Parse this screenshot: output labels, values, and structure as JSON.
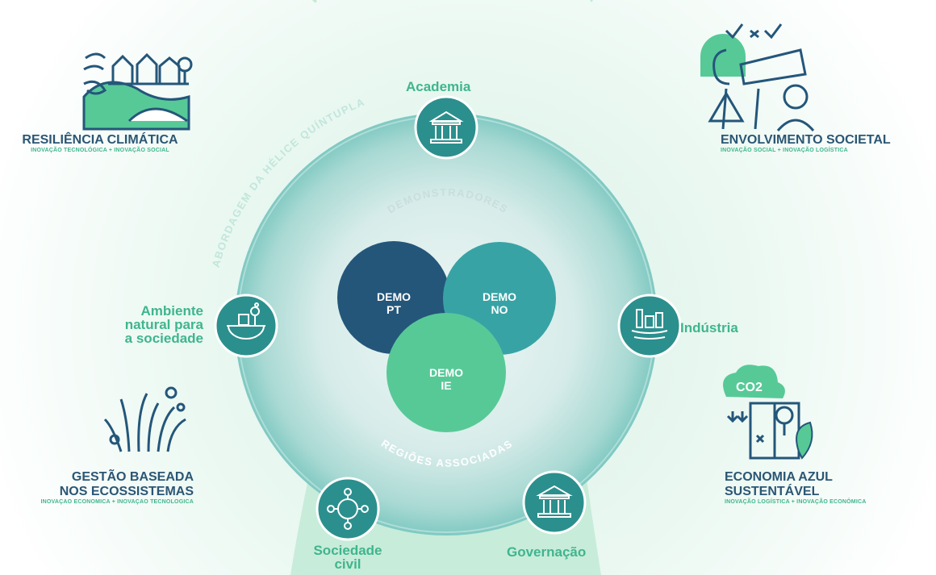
{
  "arcs": {
    "outer": "INOVAÇÃO TRANSFORMADORA",
    "helix": "ABORDAGEM DA HÉLICE QUÍNTUPLA",
    "demonstrators": "DEMONSTRADORES",
    "regions": "REGIÕES ASSOCIADAS"
  },
  "demos": {
    "pt": {
      "line1": "DEMO",
      "line2": "PT"
    },
    "no": {
      "line1": "DEMO",
      "line2": "NO"
    },
    "ie": {
      "line1": "DEMO",
      "line2": "IE"
    }
  },
  "pillars": {
    "academia": "Academia",
    "industria": "Indústria",
    "governacao": "Governação",
    "sociedade_civil": {
      "line1": "Sociedade",
      "line2": "civil"
    },
    "ambiente": {
      "line1": "Ambiente",
      "line2": "natural para",
      "line3": "a sociedade"
    }
  },
  "themes": {
    "resiliencia": {
      "title": "RESILIÊNCIA CLIMÁTICA",
      "sub": "INOVAÇÃO TECNOLÓGICA + INOVAÇÃO SOCIAL"
    },
    "envolvimento": {
      "title": "ENVOLVIMENTO SOCIETAL",
      "sub": "INOVAÇÃO SOCIAL + INOVAÇÃO LOGÍSTICA"
    },
    "gestao": {
      "title1": "GESTÃO BASEADA",
      "title2": "NOS ECOSSISTEMAS",
      "sub": "INOVAÇÃO ECONÓMICA + INOVAÇÃO TECNOLÓGICA"
    },
    "economia": {
      "title1": "ECONOMIA AZUL",
      "title2": "SUSTENTÁVEL",
      "sub": "INOVAÇÃO LOGÍSTICA + INOVAÇÃO ECONÓMICA",
      "co2": "CO2"
    }
  },
  "colors": {
    "teal_dark": "#2b8f8d",
    "navy": "#24567a",
    "teal": "#38a3a5",
    "green": "#57c997",
    "label_green": "#3fb58e",
    "label_dark": "#2b5674"
  }
}
